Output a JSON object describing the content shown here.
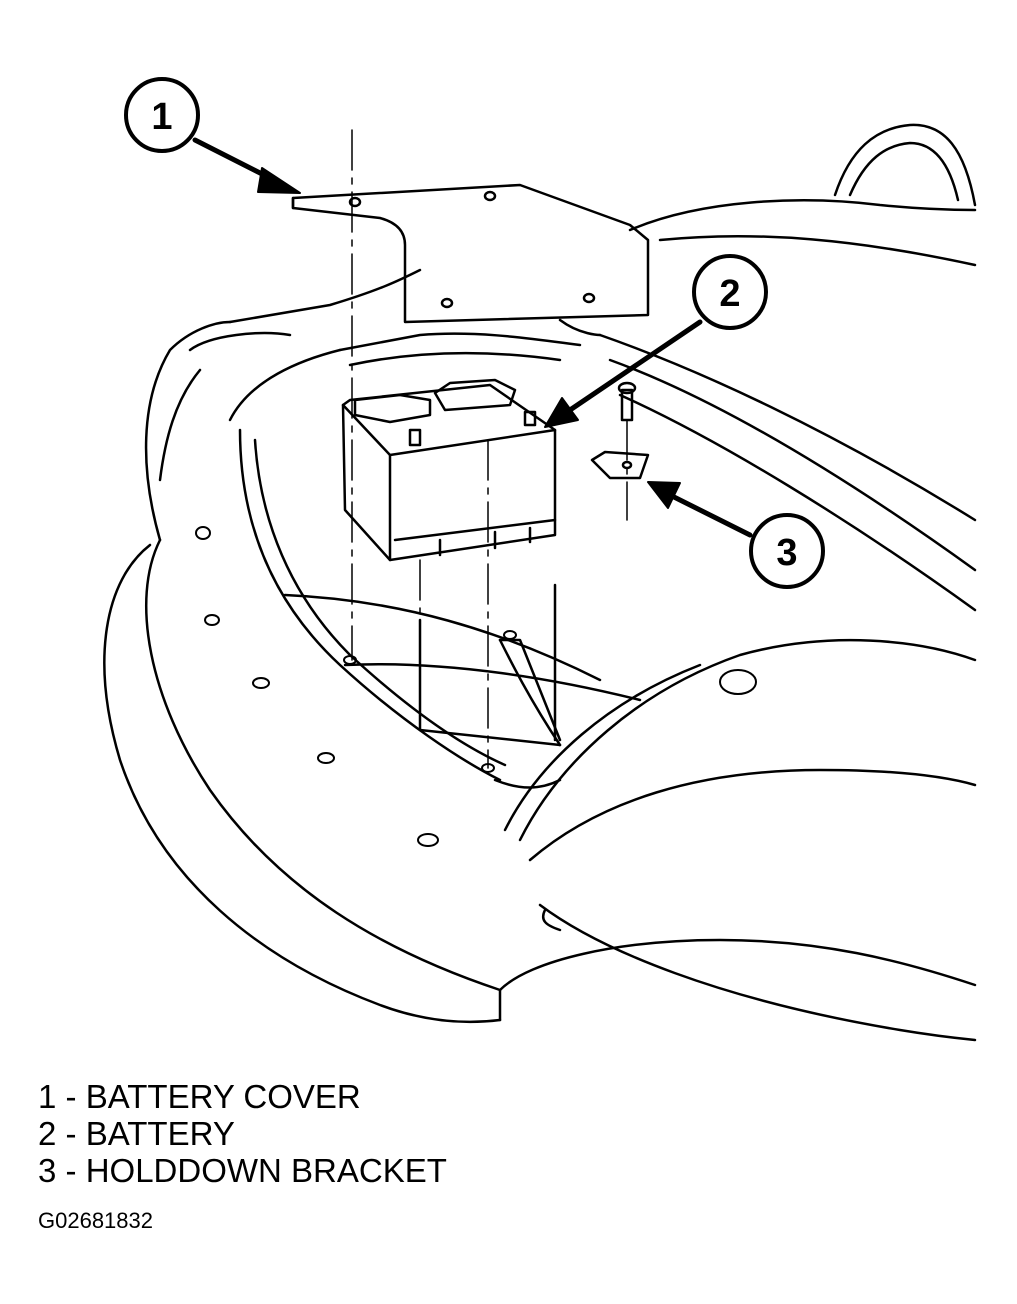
{
  "callouts": [
    {
      "number": "1",
      "label": "BATTERY COVER"
    },
    {
      "number": "2",
      "label": "BATTERY"
    },
    {
      "number": "3",
      "label": "HOLDDOWN BRACKET"
    }
  ],
  "figure_id": "G02681832"
}
